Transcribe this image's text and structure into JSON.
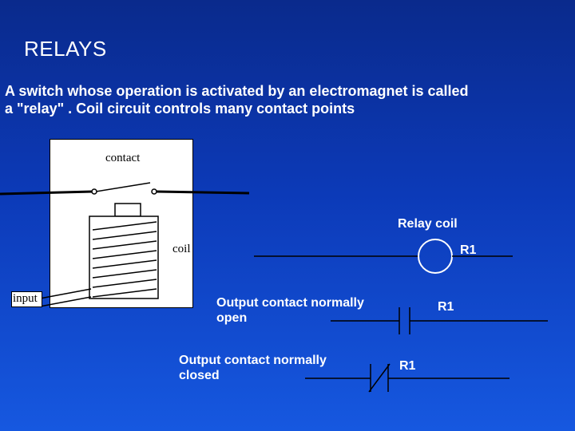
{
  "slide": {
    "title": "RELAYS",
    "intro_line1": "A switch whose operation is activated by an electromagnet is called",
    "intro_line2": "a \"relay\" .  Coil circuit  controls many contact points"
  },
  "diagram": {
    "contact_label": "contact",
    "coil_label": "coil",
    "input_label": "input"
  },
  "ladder": {
    "relay_coil_label": "Relay coil",
    "coil_tag": "R1",
    "no_label_line1": "Output contact normally",
    "no_label_line2": "open",
    "no_tag": "R1",
    "nc_label_line1": "Output contact normally",
    "nc_label_line2": "closed",
    "nc_tag": "R1"
  },
  "colors": {
    "background_top": "#0a2a8c",
    "background_bottom": "#1658e0",
    "text": "#ffffff"
  }
}
